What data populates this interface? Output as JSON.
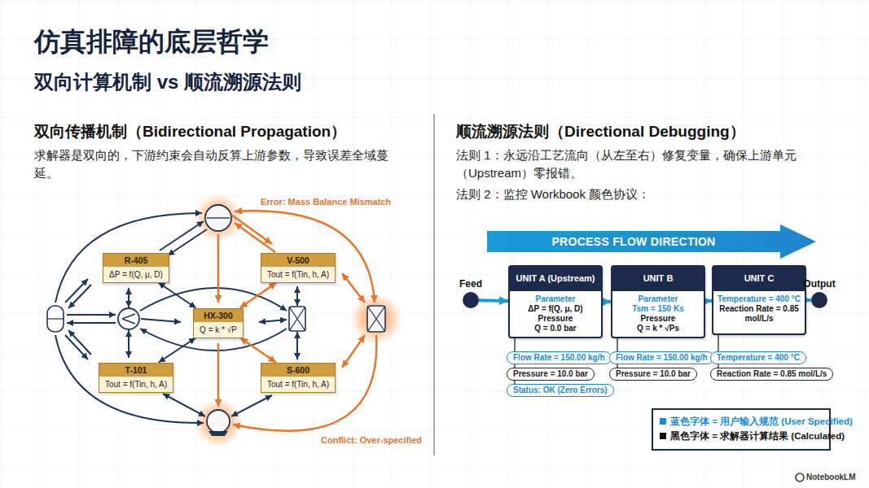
{
  "diagram": {
    "title": "仿真排障的底层哲学",
    "nodes": [
      {
        "text": [
          "R-405",
          "ΔP = f(Q, μ, D)"
        ]
      },
      {
        "text": [
          "V-500",
          "Tout = f(Tin, h, A)"
        ]
      },
      {
        "text": [
          "HX-300",
          "Q = k * √P"
        ]
      },
      {
        "text": [
          "T-101",
          "Tout = f(Tin, h, A)"
        ]
      },
      {
        "text": [
          "S-600",
          "Tout = f(Tin, h, A)"
        ]
      },
      {
        "text": [
          "PROCESS FLOW DIRECTION"
        ]
      },
      {
        "text": [
          "Feed"
        ]
      },
      {
        "text": [
          "UNIT A (Upstream)",
          "Parameter",
          "ΔP = f(Q, μ, D)",
          "Pressure",
          "Q = 0.0 bar"
        ]
      },
      {
        "text": [
          "UNIT B",
          "Parameter",
          "Tsm = 150 Ks",
          "Pressure",
          "Q = k * √Ps"
        ]
      },
      {
        "text": [
          "UNIT C",
          "Temperature = 400 °C",
          "Reaction Rate = 0.85 mol/L/s"
        ]
      },
      {
        "text": [
          "Output"
        ]
      },
      {
        "text": [
          "Flow Rate = 150.00 kg/h"
        ]
      },
      {
        "text": [
          "Pressure = 10.0 bar"
        ]
      },
      {
        "text": [
          "Status: OK (Zero Errors)"
        ]
      },
      {
        "text": [
          "Flow Rate = 150.00 kg/h"
        ]
      },
      {
        "text": [
          "Pressure = 10.0 bar"
        ]
      },
      {
        "text": [
          "Temperature = 400 °C"
        ]
      },
      {
        "text": [
          "Reaction Rate = 0.85 mol/L/s"
        ]
      }
    ],
    "edges": [
      {
        "from": 0,
        "to": 2,
        "arrow": "both"
      },
      {
        "from": 2,
        "to": 1,
        "arrow": "both"
      },
      {
        "from": 2,
        "to": 3,
        "arrow": "both"
      },
      {
        "from": 2,
        "to": 4,
        "arrow": "both"
      },
      {
        "from": 6,
        "to": 7,
        "arrow": "to"
      },
      {
        "from": 7,
        "to": 8,
        "arrow": "to"
      },
      {
        "from": 8,
        "to": 9,
        "arrow": "to"
      },
      {
        "from": 9,
        "to": 10,
        "arrow": "to"
      },
      {
        "from": 7,
        "to": 11,
        "arrow": "none"
      },
      {
        "from": 11,
        "to": 12,
        "arrow": "none"
      },
      {
        "from": 12,
        "to": 13,
        "arrow": "none"
      },
      {
        "from": 8,
        "to": 14,
        "arrow": "none"
      },
      {
        "from": 14,
        "to": 15,
        "arrow": "none"
      },
      {
        "from": 9,
        "to": 16,
        "arrow": "none"
      },
      {
        "from": 16,
        "to": 17,
        "arrow": "none"
      }
    ],
    "labels": [
      "双向计算机制 vs 顺流溯源法则",
      "双向传播机制（Bidirectional Propagation）",
      "求解器是双向的，下游约束会自动反算上游参数，导致误差全域蔓延。",
      "Error: Mass Balance Mismatch",
      "Conflict: Over-specified",
      "顺流溯源法则（Directional Debugging）",
      "法则 1：永远沿工艺流向（从左至右）修复变量，确保上游单元（Upstream）零报错。",
      "法则 2：监控 Workbook 颜色协议：",
      "NotebookLM"
    ],
    "legend": [
      {
        "text": "蓝色字体 = 用户输入规范 (User Specified)",
        "color": "#1a8ad4"
      },
      {
        "text": "黑色字体 = 求解器计算结果 (Calculated)",
        "color": "#111111"
      }
    ]
  }
}
